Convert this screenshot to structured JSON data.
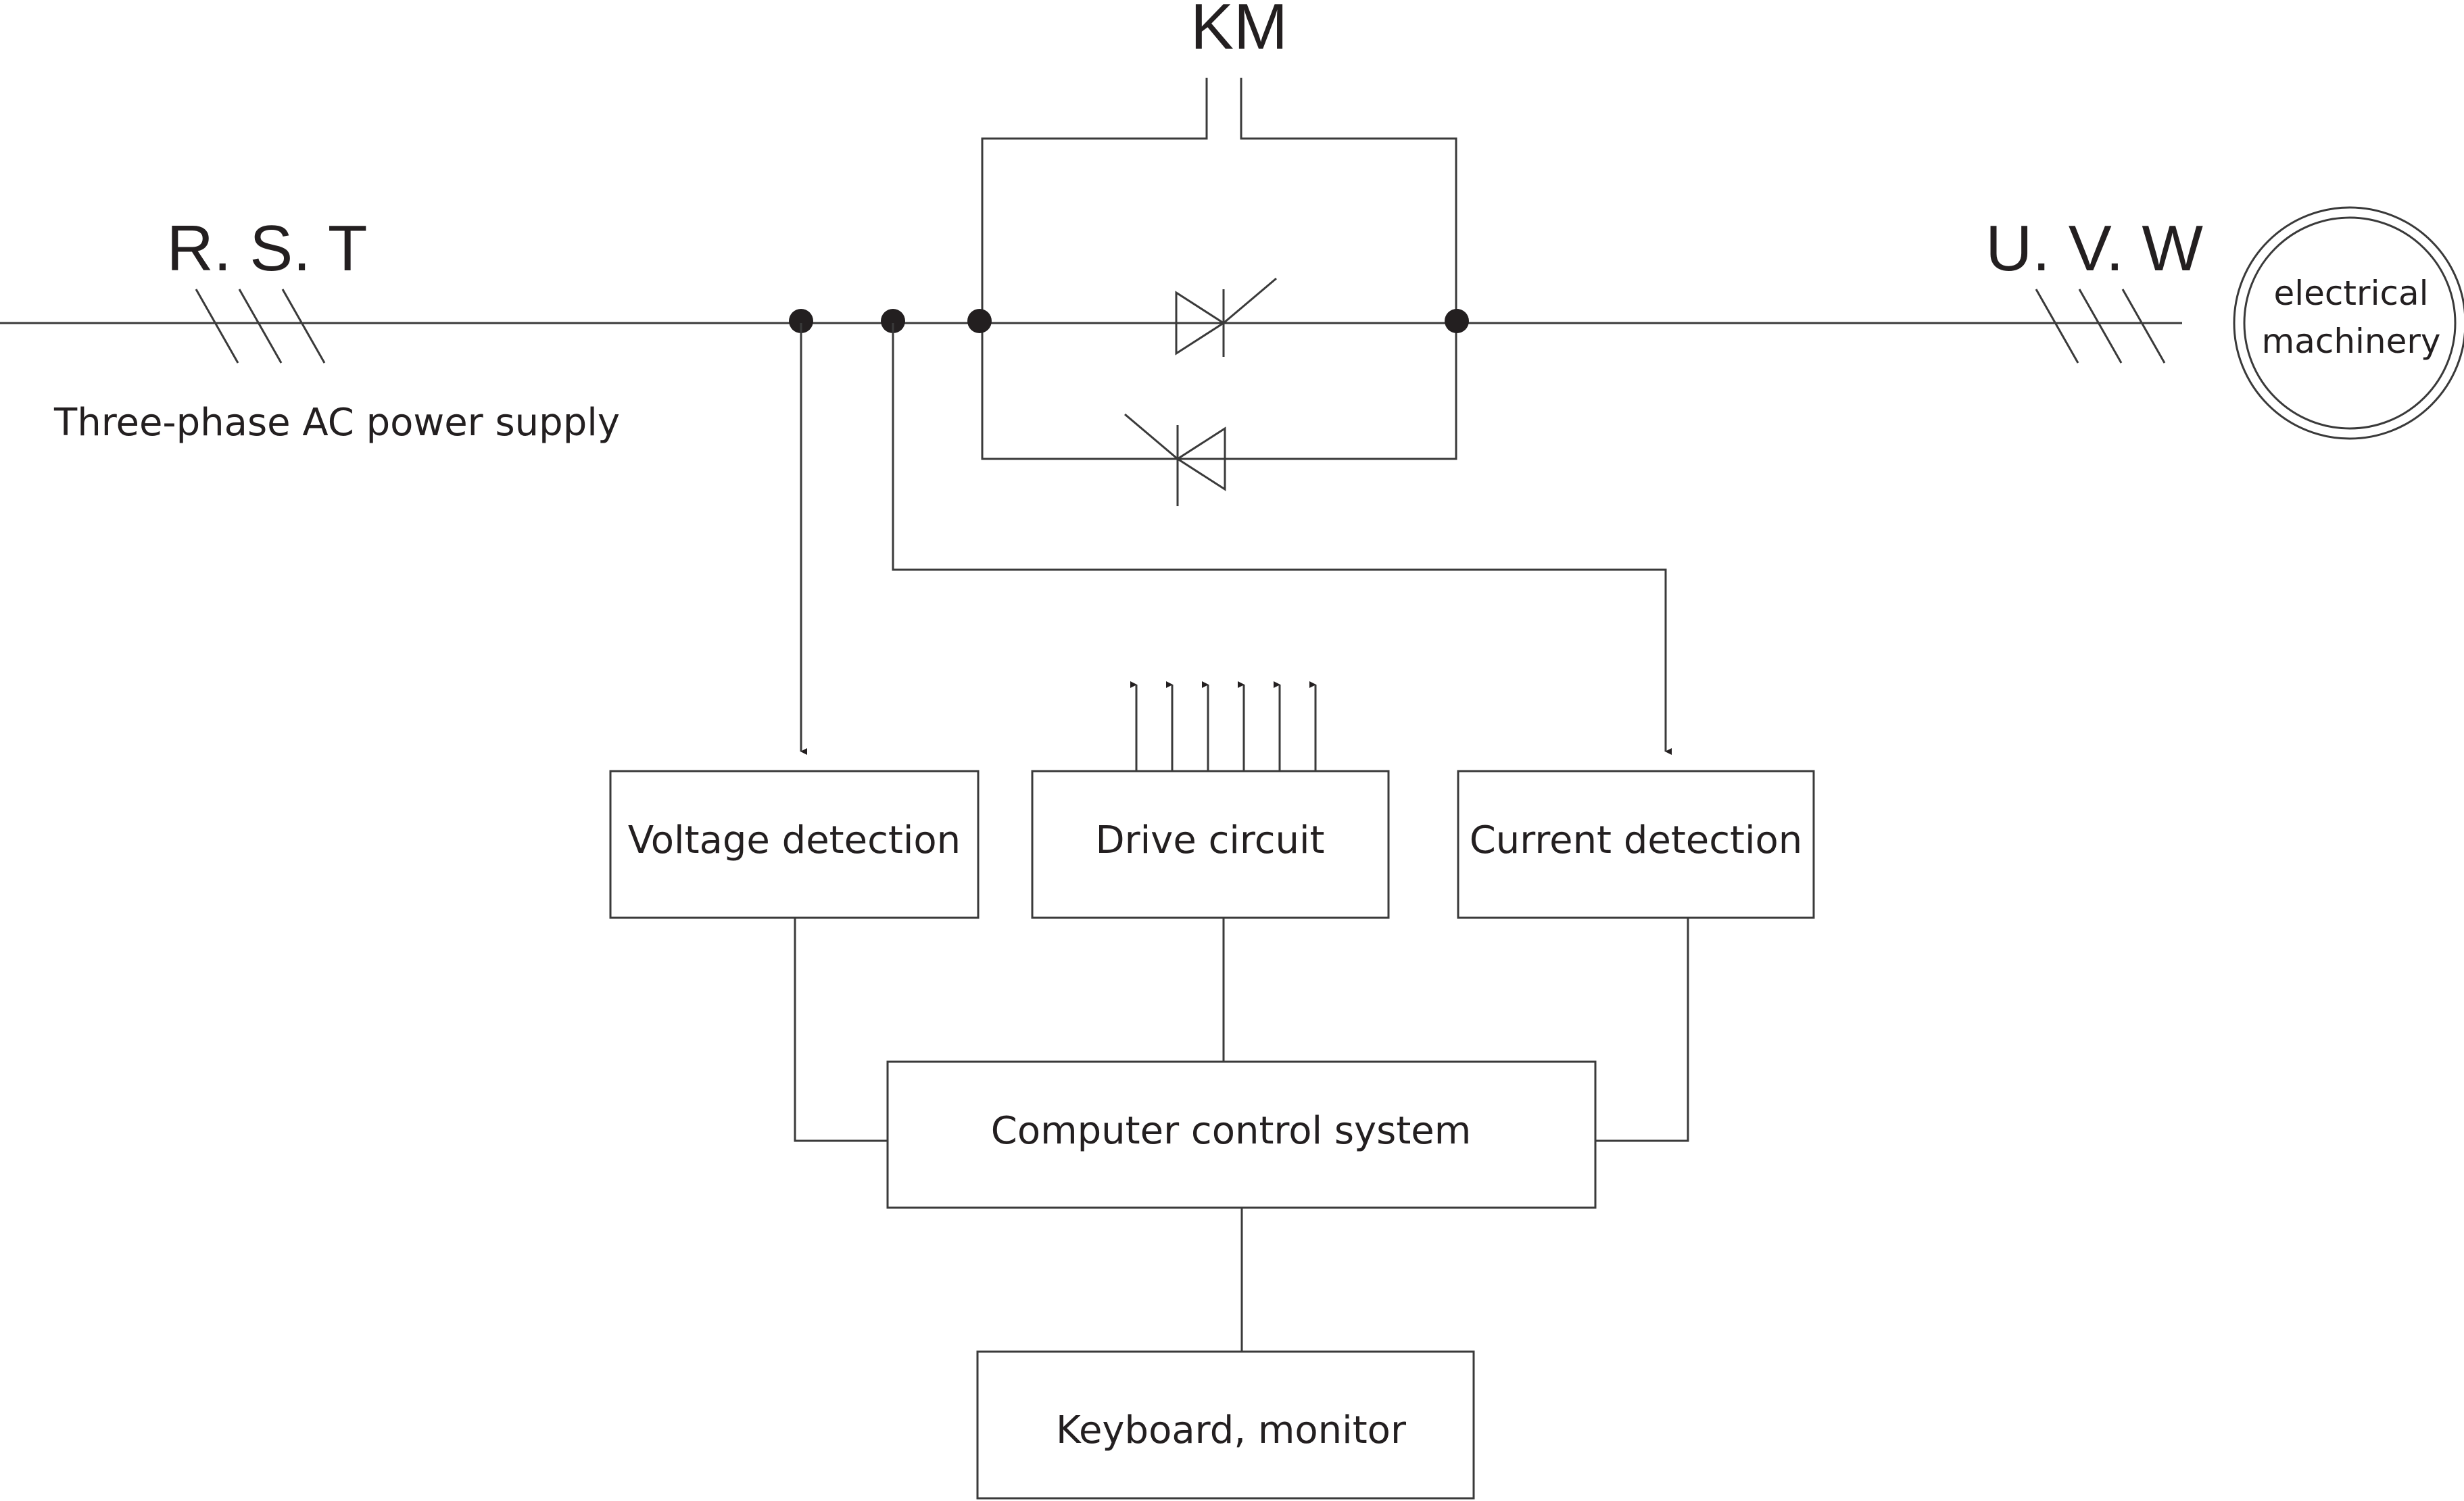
{
  "labels": {
    "km": "KM",
    "input_phases": "R. S. T",
    "input_desc": "Three-phase AC power supply",
    "output_phases": "U. V. W",
    "motor_line1": "electrical",
    "motor_line2": "machinery"
  },
  "blocks": {
    "voltage_detection": "Voltage detection",
    "drive_circuit": "Drive circuit",
    "current_detection": "Current detection",
    "computer_control": "Computer control system",
    "keyboard_monitor": "Keyboard, monitor"
  },
  "colors": {
    "line": "#3a3a3a",
    "text": "#231f20",
    "background": "#ffffff"
  }
}
